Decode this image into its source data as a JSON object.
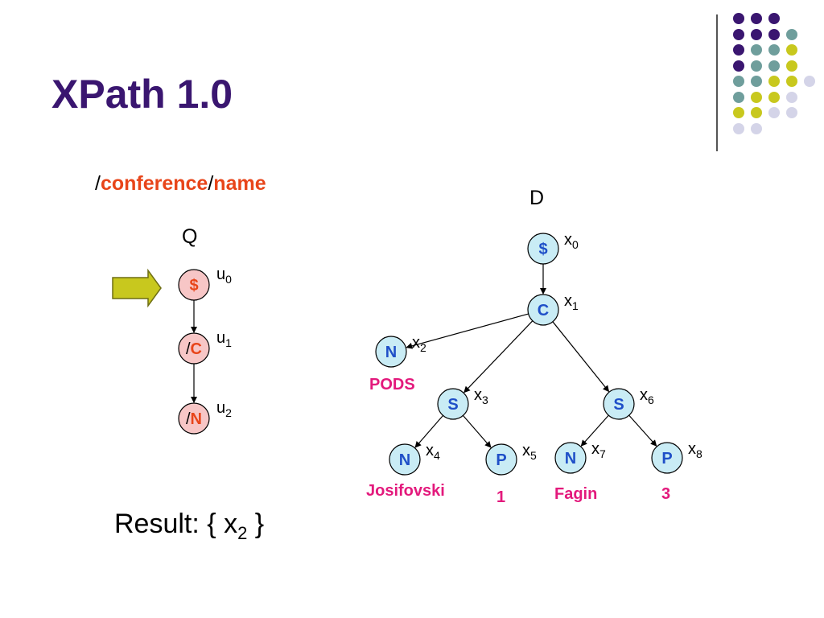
{
  "title": "XPath 1.0",
  "query": {
    "sep1": "/",
    "step1": "conference",
    "sep2": "/",
    "step2": "name"
  },
  "query_label": "Q",
  "doc_label": "D",
  "colors": {
    "title": "#3a1670",
    "keyword": "#e8451a",
    "leaf_value": "#e3197c",
    "query_node_fill": "#f7c6c6",
    "doc_node_fill": "#c9ecf5",
    "doc_node_text": "#1f4fc8",
    "arrow_fill": "#c8c81e",
    "dot_purple": "#3a1670",
    "dot_teal": "#6f9e9c",
    "dot_yellow": "#c8c81e",
    "dot_lavender": "#d4d4e8"
  },
  "query_nodes": [
    {
      "id": "u0",
      "prefix": "",
      "label": "$",
      "var": "u",
      "sub": "0"
    },
    {
      "id": "u1",
      "prefix": "/",
      "label": "C",
      "var": "u",
      "sub": "1"
    },
    {
      "id": "u2",
      "prefix": "/",
      "label": "N",
      "var": "u",
      "sub": "2"
    }
  ],
  "doc_nodes": [
    {
      "id": "x0",
      "label": "$",
      "var": "x",
      "sub": "0",
      "value": ""
    },
    {
      "id": "x1",
      "label": "C",
      "var": "x",
      "sub": "1",
      "value": ""
    },
    {
      "id": "x2",
      "label": "N",
      "var": "x",
      "sub": "2",
      "value": "PODS"
    },
    {
      "id": "x3",
      "label": "S",
      "var": "x",
      "sub": "3",
      "value": ""
    },
    {
      "id": "x4",
      "label": "N",
      "var": "x",
      "sub": "4",
      "value": "Josifovski"
    },
    {
      "id": "x5",
      "label": "P",
      "var": "x",
      "sub": "5",
      "value": "1"
    },
    {
      "id": "x6",
      "label": "S",
      "var": "x",
      "sub": "6",
      "value": ""
    },
    {
      "id": "x7",
      "label": "N",
      "var": "x",
      "sub": "7",
      "value": "Fagin"
    },
    {
      "id": "x8",
      "label": "P",
      "var": "x",
      "sub": "8",
      "value": "3"
    }
  ],
  "query_edges": [
    [
      "u0",
      "u1"
    ],
    [
      "u1",
      "u2"
    ]
  ],
  "doc_edges": [
    [
      "x0",
      "x1"
    ],
    [
      "x1",
      "x2"
    ],
    [
      "x1",
      "x3"
    ],
    [
      "x1",
      "x6"
    ],
    [
      "x3",
      "x4"
    ],
    [
      "x3",
      "x5"
    ],
    [
      "x6",
      "x7"
    ],
    [
      "x6",
      "x8"
    ]
  ],
  "result": {
    "prefix": "Result:  { ",
    "var": "x",
    "sub": "2",
    "suffix": " }"
  },
  "decor_dots": [
    [
      "dot_purple",
      "dot_purple",
      "dot_purple"
    ],
    [
      "dot_purple",
      "dot_purple",
      "dot_purple",
      "dot_teal"
    ],
    [
      "dot_purple",
      "dot_teal",
      "dot_teal",
      "dot_yellow"
    ],
    [
      "dot_purple",
      "dot_teal",
      "dot_teal",
      "dot_yellow"
    ],
    [
      "dot_teal",
      "dot_teal",
      "dot_yellow",
      "dot_yellow",
      "dot_lavender"
    ],
    [
      "dot_teal",
      "dot_yellow",
      "dot_yellow",
      "dot_lavender"
    ],
    [
      "dot_yellow",
      "dot_yellow",
      "dot_lavender",
      "dot_lavender"
    ],
    [
      "dot_lavender",
      "dot_lavender"
    ]
  ]
}
